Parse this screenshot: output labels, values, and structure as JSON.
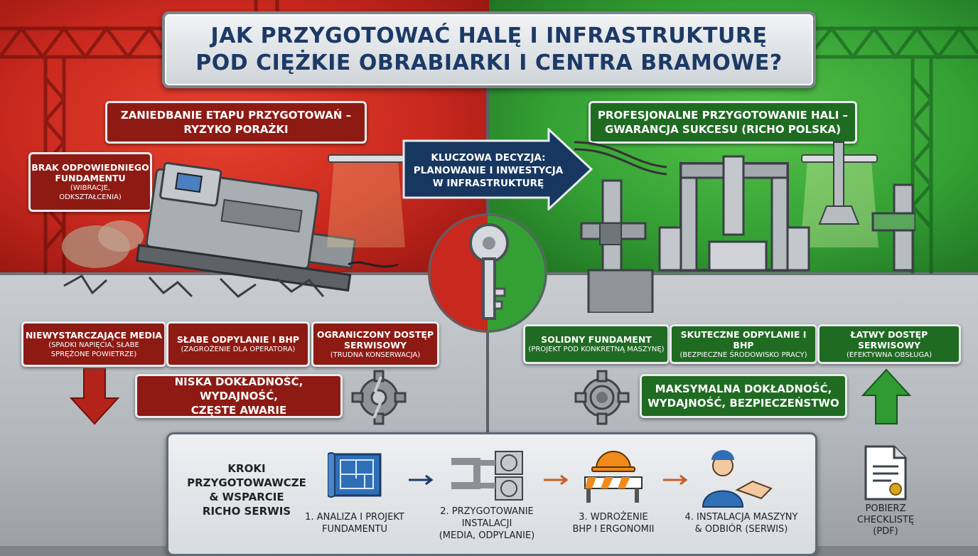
{
  "title": {
    "line1": "JAK PRZYGOTOWAĆ HALĘ I INFRASTRUKTURĘ",
    "line2": "POD CIĘŻKIE OBRABIARKI I CENTRA BRAMOWE?"
  },
  "left": {
    "header": {
      "line1": "ZANIEDBANIE ETAPU PRZYGOTOWAŃ –",
      "line2": "RYZYKO PORAŻKI"
    },
    "foundation": {
      "line1": "BRAK ODPOWIEDNIEGO",
      "line2": "FUNDAMENTU",
      "sub1": "(WIBRACJE,",
      "sub2": "ODKSZTAŁCENIA)"
    },
    "media": {
      "main": "NIEWYSTARCZAJĄCE MEDIA",
      "sub1": "(SPADKI NAPIĘCIA, SŁABE",
      "sub2": "SPRĘŻONE POWIETRZE)"
    },
    "dust": {
      "main": "SŁABE ODPYLANIE I BHP",
      "sub": "(ZAGROŻENIE DLA OPERATORA)"
    },
    "access": {
      "line1": "OGRANICZONY DOSTĘP",
      "line2": "SERWISOWY",
      "sub": "(TRUDNA KONSERWACJA)"
    },
    "result": {
      "line1": "NISKA DOKŁADNOŚĆ, WYDAJNOŚĆ,",
      "line2": "CZĘSTE AWARIE"
    }
  },
  "center": {
    "decision": {
      "line1": "KLUCZOWA DECYZJA:",
      "line2": "PLANOWANIE I INWESTYCJA",
      "line3": "W INFRASTRUKTURĘ"
    }
  },
  "right": {
    "header": {
      "line1": "PROFESJONALNE PRZYGOTOWANIE HALI –",
      "line2": "GWARANCJA SUKCESU (RICHO POLSKA)"
    },
    "foundation": {
      "main": "SOLIDNY FUNDAMENT",
      "sub": "(PROJEKT POD KONKRETNĄ MASZYNĘ)"
    },
    "dust": {
      "main": "SKUTECZNE ODPYLANIE I BHP",
      "sub": "(BEZPIECZNE ŚRODOWISKO PRACY)"
    },
    "access": {
      "main": "ŁATWY DOSTĘP SERWISOWY",
      "sub": "(EFEKTYWNA OBSŁUGA)"
    },
    "result": {
      "line1": "MAKSYMALNA DOKŁADNOŚĆ,",
      "line2": "WYDAJNOŚĆ, BEZPIECZEŃSTWO"
    }
  },
  "steps": {
    "title": {
      "line1": "KROKI",
      "line2": "PRZYGOTOWAWCZE",
      "line3": "& WSPARCIE",
      "line4": "RICHO SERWIS"
    },
    "items": [
      {
        "line1": "1. ANALIZA I PROJEKT",
        "line2": "FUNDAMENTU",
        "icon": "blueprint-icon"
      },
      {
        "line1": "2. PRZYGOTOWANIE",
        "line2": "INSTALACJI",
        "line3": "(MEDIA, ODPYLANIE)",
        "icon": "pipes-fans-icon"
      },
      {
        "line1": "3. WDROŻENIE",
        "line2": "BHP I ERGONOMII",
        "icon": "hardhat-barrier-icon"
      },
      {
        "line1": "4. INSTALACJA MASZYNY",
        "line2": "& ODBIÓR (SERWIS)",
        "icon": "worker-handshake-icon"
      }
    ],
    "checklist": {
      "line1": "POBIERZ",
      "line2": "CHECKLISTĘ",
      "line3": "(PDF)",
      "icon": "document-icon"
    }
  },
  "colors": {
    "red_panel": "#c9281e",
    "green_panel": "#34a034",
    "navy": "#173760",
    "title_text": "#1c3a66",
    "tag_red": "#8e1a14",
    "tag_green": "#1f6b22"
  }
}
